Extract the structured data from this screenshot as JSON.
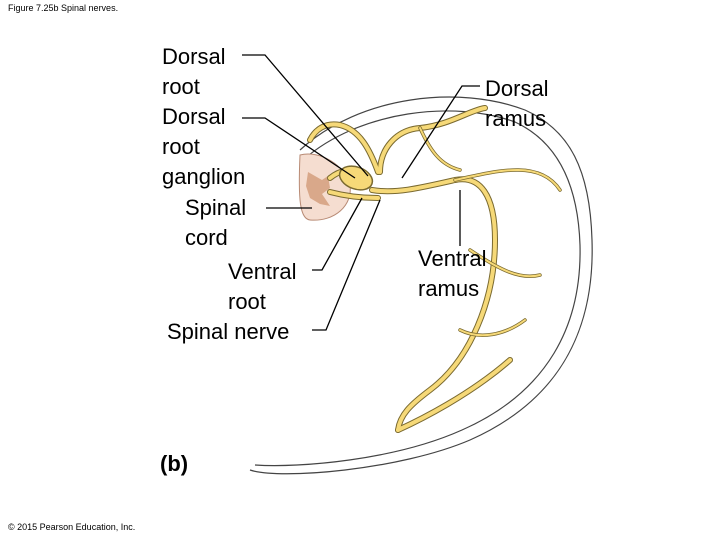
{
  "caption": "Figure 7.25b Spinal nerves.",
  "copyright": "© 2015 Pearson Education, Inc.",
  "panel_label": "(b)",
  "labels": {
    "dorsal_root": [
      "Dorsal",
      "root"
    ],
    "dorsal_root_ganglion": [
      "Dorsal",
      "root",
      "ganglion"
    ],
    "spinal_cord": [
      "Spinal",
      "cord"
    ],
    "ventral_root": [
      "Ventral",
      "root"
    ],
    "spinal_nerve": "Spinal nerve",
    "dorsal_ramus": [
      "Dorsal",
      "ramus"
    ],
    "ventral_ramus": [
      "Ventral",
      "ramus"
    ]
  },
  "colors": {
    "nerve_fill": "#f6d978",
    "nerve_outline": "#7a6a30",
    "cord": "#f5ddd0",
    "gray_matter": "#d9a88a",
    "body_outline": "#444444"
  }
}
